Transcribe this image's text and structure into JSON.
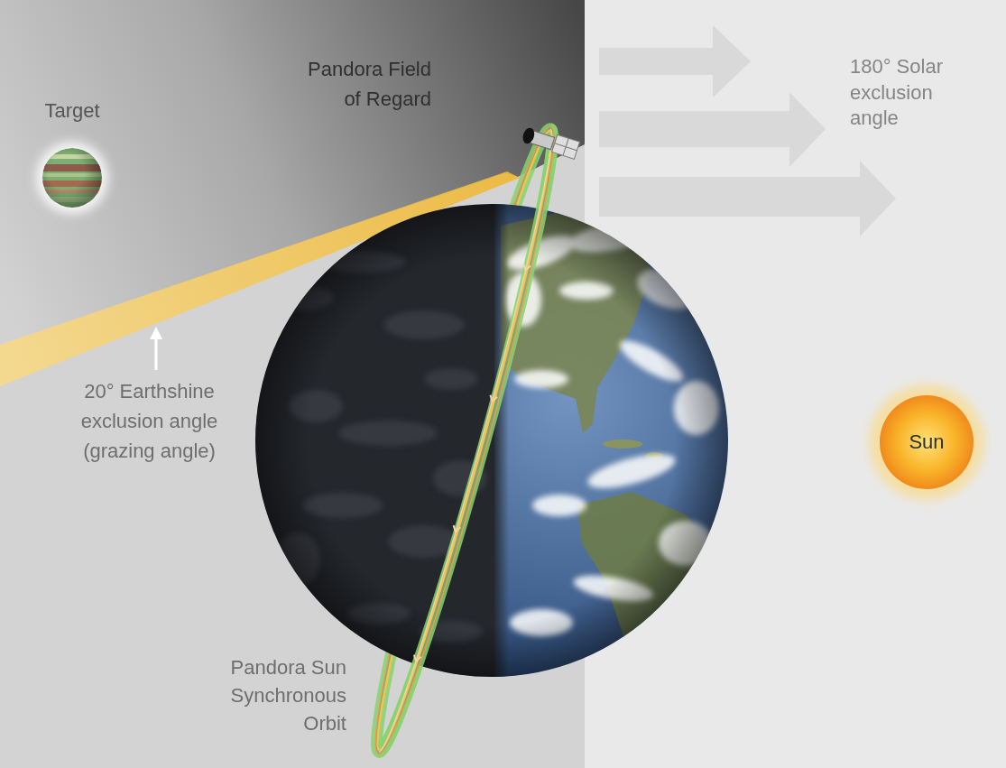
{
  "diagram": {
    "nodes": [
      {
        "text": [
          "Target"
        ]
      },
      {
        "text": [
          "Sun"
        ]
      }
    ],
    "labels": [
      "Pandora Field of Regard",
      "180° Solar exclusion angle",
      "20° Earthshine exclusion angle (grazing angle)",
      "Pandora Sun Synchronous Orbit"
    ]
  }
}
